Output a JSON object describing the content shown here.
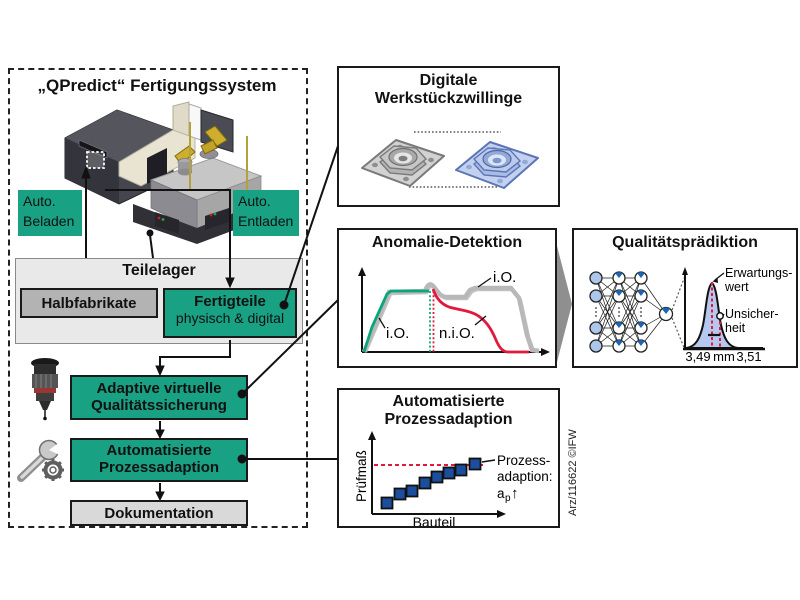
{
  "system": {
    "title": "„QPredict“ Fertigungssystem",
    "auto_beladen_1": "Auto.",
    "auto_beladen_2": "Beladen",
    "auto_entladen_1": "Auto.",
    "auto_entladen_2": "Entladen",
    "teilelager": "Teilelager",
    "halbfabrikate": "Halbfabrikate",
    "fertigteile_1": "Fertigteile",
    "fertigteile_2": "physisch & digital",
    "adaptive_1": "Adaptive virtuelle",
    "adaptive_2": "Qualitätssicherung",
    "autoadapt_1": "Automatisierte",
    "autoadapt_2": "Prozessadaption",
    "dokumentation": "Dokumentation"
  },
  "twins": {
    "title_1": "Digitale",
    "title_2": "Werkstückzwillinge"
  },
  "anomaly": {
    "title": "Anomalie-Detektion",
    "io_rise": "i.O.",
    "nio": "n.i.O.",
    "io_ref": "i.O."
  },
  "prediction": {
    "title": "Qualitätsprädiktion",
    "expect_1": "Erwartungs-",
    "expect_2": "wert",
    "uncert_1": "Unsicher-",
    "uncert_2": "heit",
    "x_min": "3,49",
    "x_unit": "mm",
    "x_max": "3,51"
  },
  "adaption": {
    "title_1": "Automatisierte",
    "title_2": "Prozessadaption",
    "ylabel": "Prüfmaß",
    "xlabel": "Bauteil",
    "note_1": "Prozess-",
    "note_2": "adaption:",
    "note_ap": "a",
    "note_ap_sub": "p",
    "note_ap_arrow": "↑"
  },
  "attribution": "Arz/116622 ©IFW",
  "icons": {
    "probe": "measuring-probe-icon",
    "tools": "wrench-gear-icon",
    "machine": "cnc-machine-illustration",
    "workpiece_physical": "gray-flange-workpiece",
    "workpiece_digital": "blue-digital-twin-workpiece",
    "chevron": "gray-right-chevron"
  },
  "colors": {
    "green_box": "#18a183",
    "curve_green": "#0aa47d",
    "curve_red": "#e2183d",
    "gray_band": "#b8b8b8",
    "square_blue": "#1c4e9e",
    "node_blue": "#aec6ea",
    "wedge_blue": "#1d66ad",
    "gauss_fill": "#b5c8f0",
    "gray_fill_light": "#e9e9e9",
    "gray_fill_mid": "#b3b3b3",
    "gray_fill_doc": "#d9d9d9"
  }
}
